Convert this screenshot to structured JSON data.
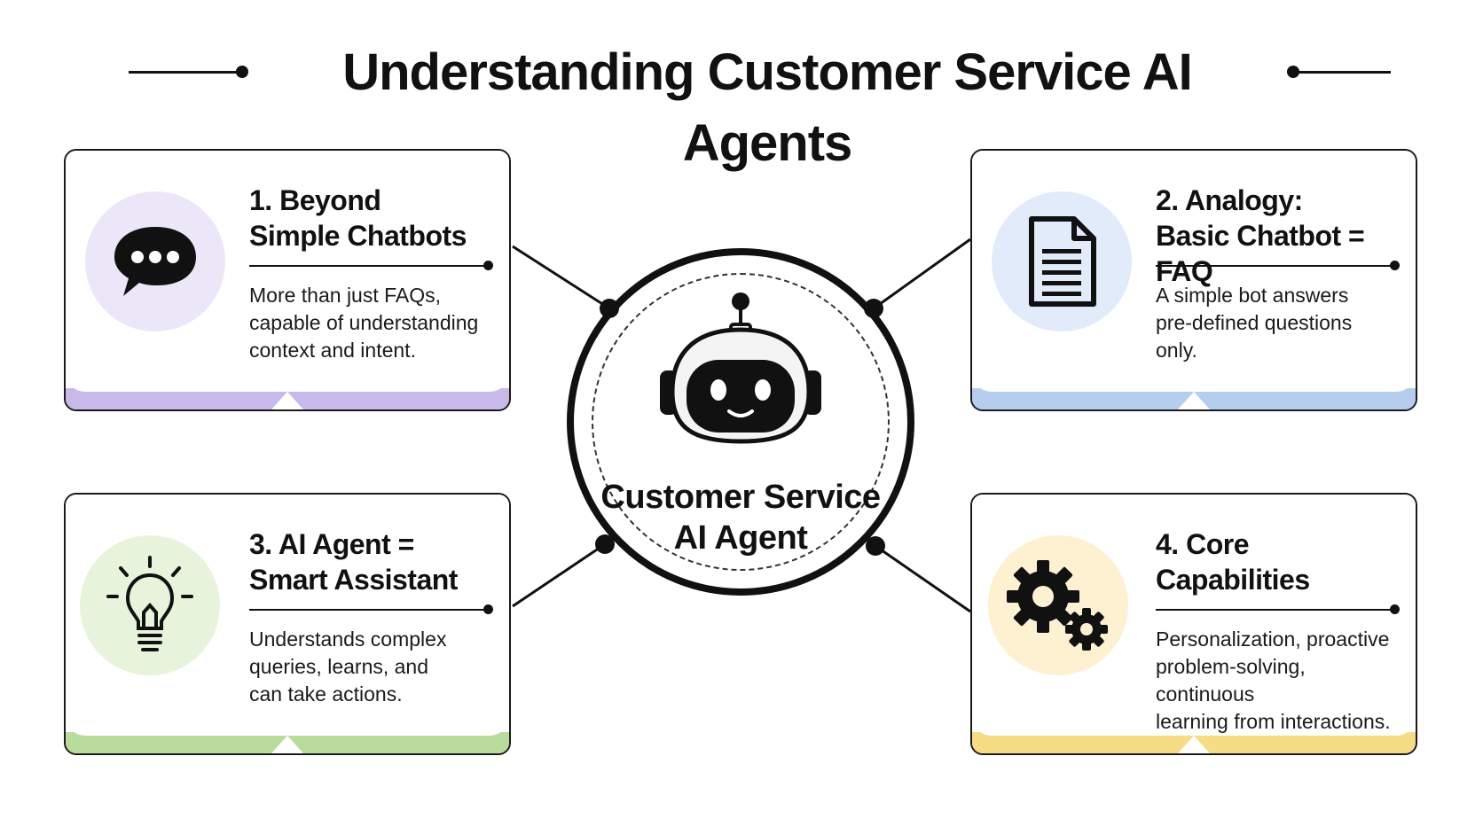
{
  "title": "Understanding Customer Service AI Agents",
  "hub": {
    "label_line1": "Customer Service",
    "label_line2": "AI Agent",
    "icon": "robot-icon"
  },
  "cards": [
    {
      "title_line1": "1. Beyond",
      "title_line2": "Simple Chatbots",
      "desc_line1": "More than just FAQs,",
      "desc_line2": "capable of understanding",
      "desc_line3": "context and intent.",
      "icon": "chat-bubble-icon",
      "accent": "#c9b8ea",
      "icon_bg": "#ece6f9"
    },
    {
      "title_line1": "2. Analogy:",
      "title_line2": "Basic Chatbot = FAQ",
      "desc_line1": "A simple bot answers",
      "desc_line2": "pre-defined questions",
      "desc_line3": "only.",
      "icon": "document-icon",
      "accent": "#b7cdee",
      "icon_bg": "#e1ebfa"
    },
    {
      "title_line1": "3. AI Agent =",
      "title_line2": "Smart Assistant",
      "desc_line1": "Understands complex",
      "desc_line2": "queries, learns, and",
      "desc_line3": "can take actions.",
      "icon": "lightbulb-icon",
      "accent": "#b9dc9c",
      "icon_bg": "#e8f3db"
    },
    {
      "title_line1": "4. Core",
      "title_line2": "Capabilities",
      "desc_line1": "Personalization, proactive",
      "desc_line2": "problem-solving, continuous",
      "desc_line3": "learning from interactions.",
      "icon": "gears-icon",
      "accent": "#f7dc86",
      "icon_bg": "#fdf1d2"
    }
  ]
}
